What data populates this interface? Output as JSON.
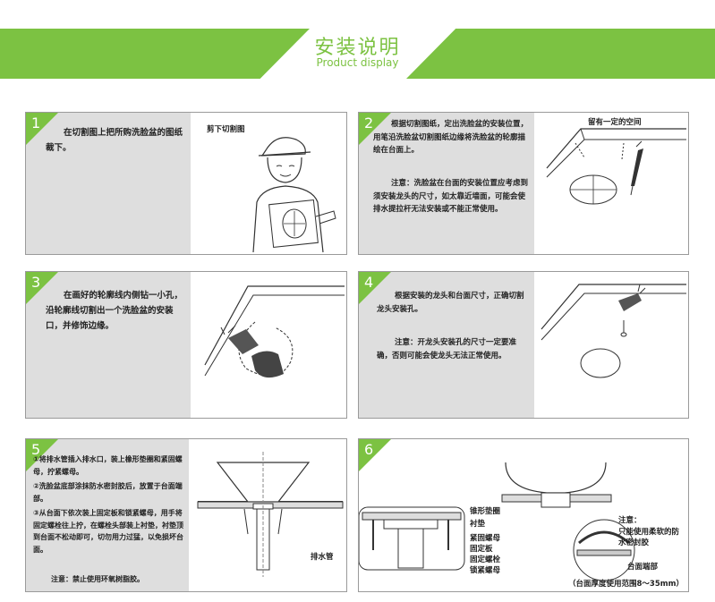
{
  "header": {
    "title_zh": "安装说明",
    "title_en": "Product display"
  },
  "colors": {
    "accent": "#7cc242",
    "panel_bg": "#dedede",
    "border": "#9a9a9a"
  },
  "steps": [
    {
      "number": "1",
      "text": "在切割图上把所购洗脸盆的图纸裁下。",
      "image_label": "剪下切割图"
    },
    {
      "number": "2",
      "text": "根据切割图纸，定出洗脸盆的安装位置，用笔沿洗脸盆切割图纸边缘将洗脸盆的轮廓描绘在台面上。",
      "note": "注意：洗脸盆在台面的安装位置应考虑到须安装龙头的尺寸，如太靠近墙面，可能会使排水提拉杆无法安装或不能正常使用。",
      "image_label": "留有一定的空间"
    },
    {
      "number": "3",
      "text": "在画好的轮廓线内侧钻一小孔，沿轮廓线切割出一个洗脸盆的安装口，并修饰边缘。"
    },
    {
      "number": "4",
      "text": "根据安装的龙头和台面尺寸，正确切割龙头安装孔。",
      "note": "注意：开龙头安装孔的尺寸一定要准确，否则可能会使龙头无法正常使用。"
    },
    {
      "number": "5",
      "items": [
        "①将排水管插入排水口，装上橡形垫圈和紧固螺母，拧紧螺母。",
        "②洗脸盆底部涂抹防水密封胶后，放置于台面端部。",
        "③从台面下依次装上固定板和锁紧螺母，用手将固定螺栓往上拧，在螺栓头部装上衬垫，衬垫顶到台面不松动即可，切勿用力过猛，以免损坏台面。"
      ],
      "note": "注意：禁止使用环氧树脂胶。",
      "labels": {
        "pipe": "排水管"
      }
    },
    {
      "number": "6",
      "labels": {
        "gasket": "锥形垫圈",
        "liner": "衬垫",
        "nut": "紧固螺母",
        "plate": "固定板",
        "bolt": "固定螺栓",
        "lock_nut": "锁紧螺母",
        "note_title": "注意：",
        "note_text": "只能使用柔软的防水密封胶",
        "counter_end": "台面端部",
        "thickness": "（台面厚度使用范围8～35mm）"
      }
    }
  ]
}
